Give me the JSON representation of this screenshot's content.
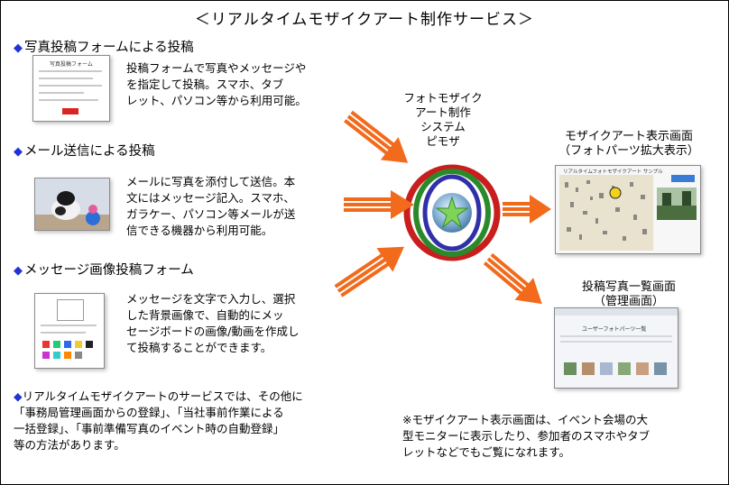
{
  "title": "＜リアルタイムモザイクアート制作サービス＞",
  "sections": [
    {
      "marker": "◆",
      "heading": "写真投稿フォームによる投稿",
      "desc": [
        "投稿フォームで写真やメッセージや",
        "を指定して投稿。スマホ、タブ",
        "レット、パソコン等から利用可能。"
      ]
    },
    {
      "marker": "◆",
      "heading": "メール送信による投稿",
      "desc": [
        "メールに写真を添付して送信。本",
        "文にはメッセージ記入。スマホ、",
        "ガラケー、パソコン等メールが送",
        "信できる機器から利用可能。"
      ]
    },
    {
      "marker": "◆",
      "heading": "メッセージ画像投稿フォーム",
      "desc": [
        "メッセージを文字で入力し、選択",
        "した背景画像で、自動的にメッ",
        "セージボードの画像/動画を作成し",
        "て投稿することができます。"
      ]
    }
  ],
  "service_note": {
    "marker": "◆",
    "lines": [
      "リアルタイムモザイクアートのサービスでは、その他に",
      "「事務局管理画面からの登録」、「当社事前作業による",
      "一括登録」、「事前準備写真のイベント時の自動登録」",
      "等の方法があります。"
    ]
  },
  "center": {
    "lines": [
      "フォトモザイク",
      "アート制作",
      "システム",
      "ピモザ"
    ]
  },
  "outputs": [
    {
      "lines": [
        "モザイクアート表示画面",
        "（フォトパーツ拡大表示）"
      ]
    },
    {
      "lines": [
        "投稿写真一覧画面",
        "（管理画面）"
      ]
    }
  ],
  "bottom_note": [
    "※モザイクアート表示画面は、イベント会場の大",
    "型モニターに表示したり、参加者のスマホやタブ",
    "レットなどでもご覧になれます。"
  ],
  "thumb_texts": {
    "form_header": "写真投稿フォーム",
    "mosaic_header": "リアルタイムフォトモザイクアート サンプル",
    "list_header": "ユーザーフォトパーツ一覧"
  },
  "colors": {
    "arrow": "#f26a1b",
    "marker": "#1f33d6",
    "ring_red": "#c81e1e",
    "ring_green": "#2a8a2a",
    "ring_blue": "#3030a8"
  }
}
